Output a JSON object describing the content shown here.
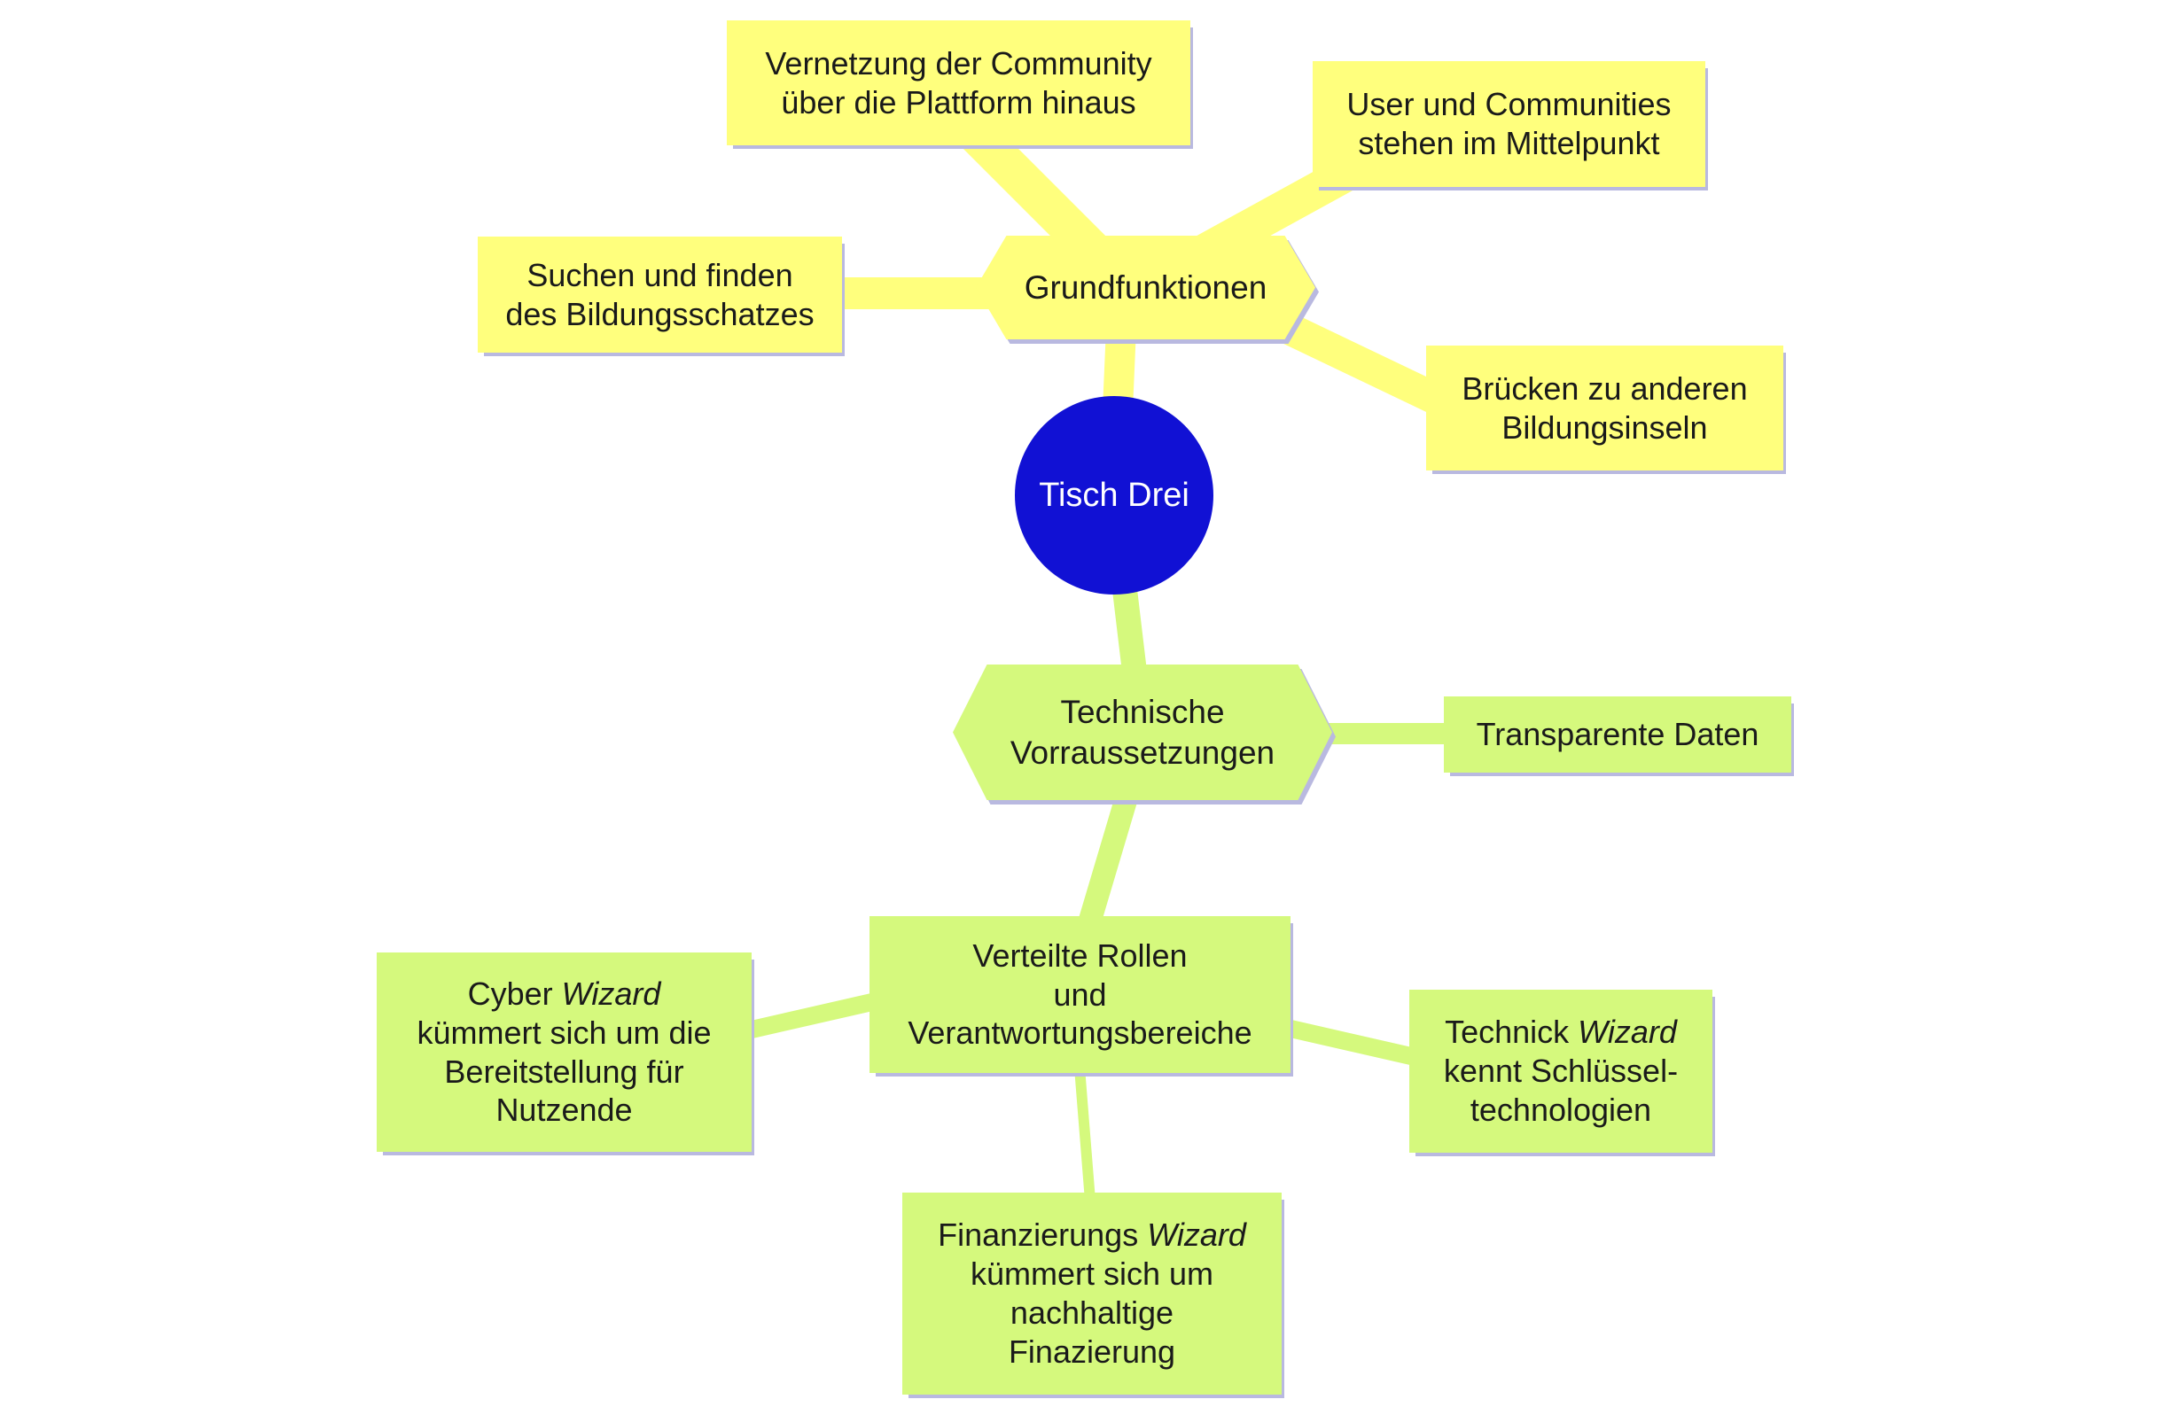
{
  "palette": {
    "yellow": "#ffff7d",
    "green": "#d5f97d",
    "root-blue": "#1111d4",
    "shadow": "#b9b9e0",
    "text": "#1a1a1a",
    "root-text": "#ffffff"
  },
  "nodes": {
    "root": {
      "label": "Tisch Drei"
    },
    "grundfunktionen": {
      "label": "Grundfunktionen"
    },
    "vernetzung": {
      "lines": [
        [
          "Vernetzung der Community"
        ],
        [
          "über die Plattform hinaus"
        ]
      ]
    },
    "user_communities": {
      "lines": [
        [
          "User und Communities"
        ],
        [
          "stehen im Mittelpunkt"
        ]
      ]
    },
    "suchen": {
      "lines": [
        [
          "Suchen und finden"
        ],
        [
          "des Bildungsschatzes"
        ]
      ]
    },
    "bruecken": {
      "lines": [
        [
          "Brücken zu anderen"
        ],
        [
          "Bildungsinseln"
        ]
      ]
    },
    "technische": {
      "lines": [
        [
          "Technische"
        ],
        [
          "Vorraussetzungen"
        ]
      ]
    },
    "transparente": {
      "lines": [
        [
          "Transparente Daten"
        ]
      ]
    },
    "verteilte": {
      "lines": [
        [
          "Verteilte Rollen"
        ],
        [
          "und"
        ],
        [
          "Verantwortungsbereiche"
        ]
      ]
    },
    "cyber": {
      "lines": [
        [
          "Cyber ",
          {
            "i": "Wizard"
          }
        ],
        [
          "kümmert sich um die"
        ],
        [
          "Bereitstellung für"
        ],
        [
          "Nutzende"
        ]
      ]
    },
    "technick": {
      "lines": [
        [
          "Technick ",
          {
            "i": "Wizard"
          }
        ],
        [
          "kennt Schlüssel-"
        ],
        [
          "technologien"
        ]
      ]
    },
    "finanzierung": {
      "lines": [
        [
          "Finanzierungs ",
          {
            "i": "Wizard"
          }
        ],
        [
          "kümmert sich um"
        ],
        [
          "nachhaltige"
        ],
        [
          "Finazierung"
        ]
      ]
    }
  }
}
